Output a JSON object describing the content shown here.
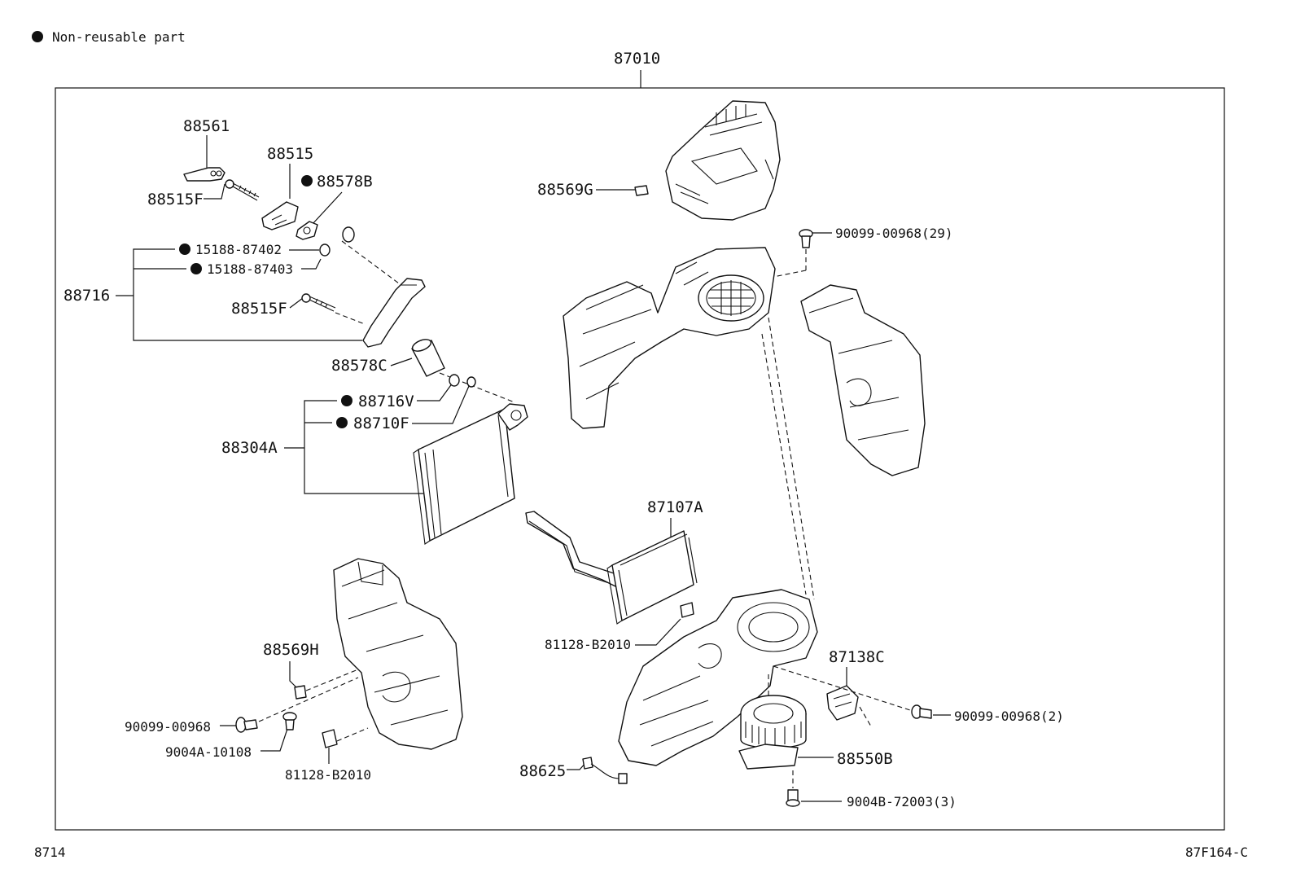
{
  "legend": {
    "text": "Non-reusable part"
  },
  "footer": {
    "left_code": "8714",
    "right_code": "87F164-C"
  },
  "labels": {
    "assembly": "87010",
    "p88561": "88561",
    "p88515": "88515",
    "p88578B": "88578B",
    "p88515F_a": "88515F",
    "p15188_87402": "15188-87402",
    "p15188_87403": "15188-87403",
    "p88716": "88716",
    "p88515F_b": "88515F",
    "p88578C": "88578C",
    "p88716V": "88716V",
    "p88710F": "88710F",
    "p88304A": "88304A",
    "p88569G": "88569G",
    "p90099_29": "90099-00968(29)",
    "p87107A": "87107A",
    "p81128_a": "81128-B2010",
    "p87138C": "87138C",
    "p88569H": "88569H",
    "p90099_left": "90099-00968",
    "p9004A": "9004A-10108",
    "p81128_b": "81128-B2010",
    "p90099_2": "90099-00968(2)",
    "p88550B": "88550B",
    "p88625": "88625",
    "p9004B": "9004B-72003(3)"
  }
}
